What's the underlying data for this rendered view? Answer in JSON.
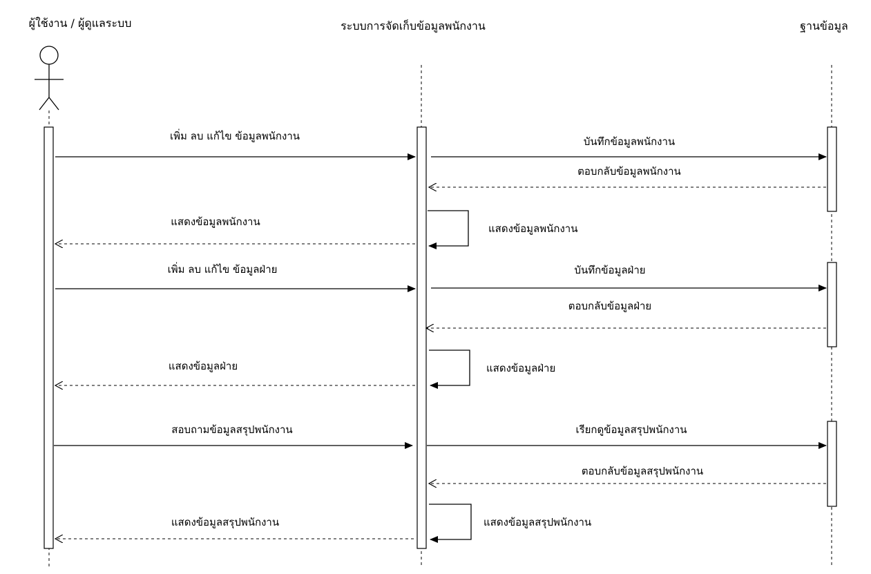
{
  "participants": {
    "user": {
      "label": "ผู้ใช้งาน / ผู้ดูแลระบบ"
    },
    "system": {
      "label": "ระบบการจัดเก็บข้อมูลพนักงาน"
    },
    "database": {
      "label": "ฐานข้อมูล"
    }
  },
  "messages": {
    "m1": "เพิ่ม ลบ แก้ไข ข้อมูลพนักงาน",
    "m2": "บันทึกข้อมูลพนักงาน",
    "m3": "ตอบกลับข้อมูลพนักงาน",
    "m4": "แสดงข้อมูลพนักงาน",
    "m5": "แสดงข้อมูลพนักงาน",
    "m6": "เพิ่ม ลบ แก้ไข ข้อมูลฝ่าย",
    "m7": "บันทึกข้อมูลฝ่าย",
    "m8": "ตอบกลับข้อมูลฝ่าย",
    "m9": "แสดงข้อมูลฝ่าย",
    "m10": "แสดงข้อมูลฝ่าย",
    "m11": "สอบถามข้อมูลสรุปพนักงาน",
    "m12": "เรียกดูข้อมูลสรุปพนักงาน",
    "m13": "ตอบกลับข้อมูลสรุปพนักงาน",
    "m14": "แสดงข้อมูลสรุปพนักงาน",
    "m15": "แสดงข้อมูลสรุปพนักงาน"
  }
}
